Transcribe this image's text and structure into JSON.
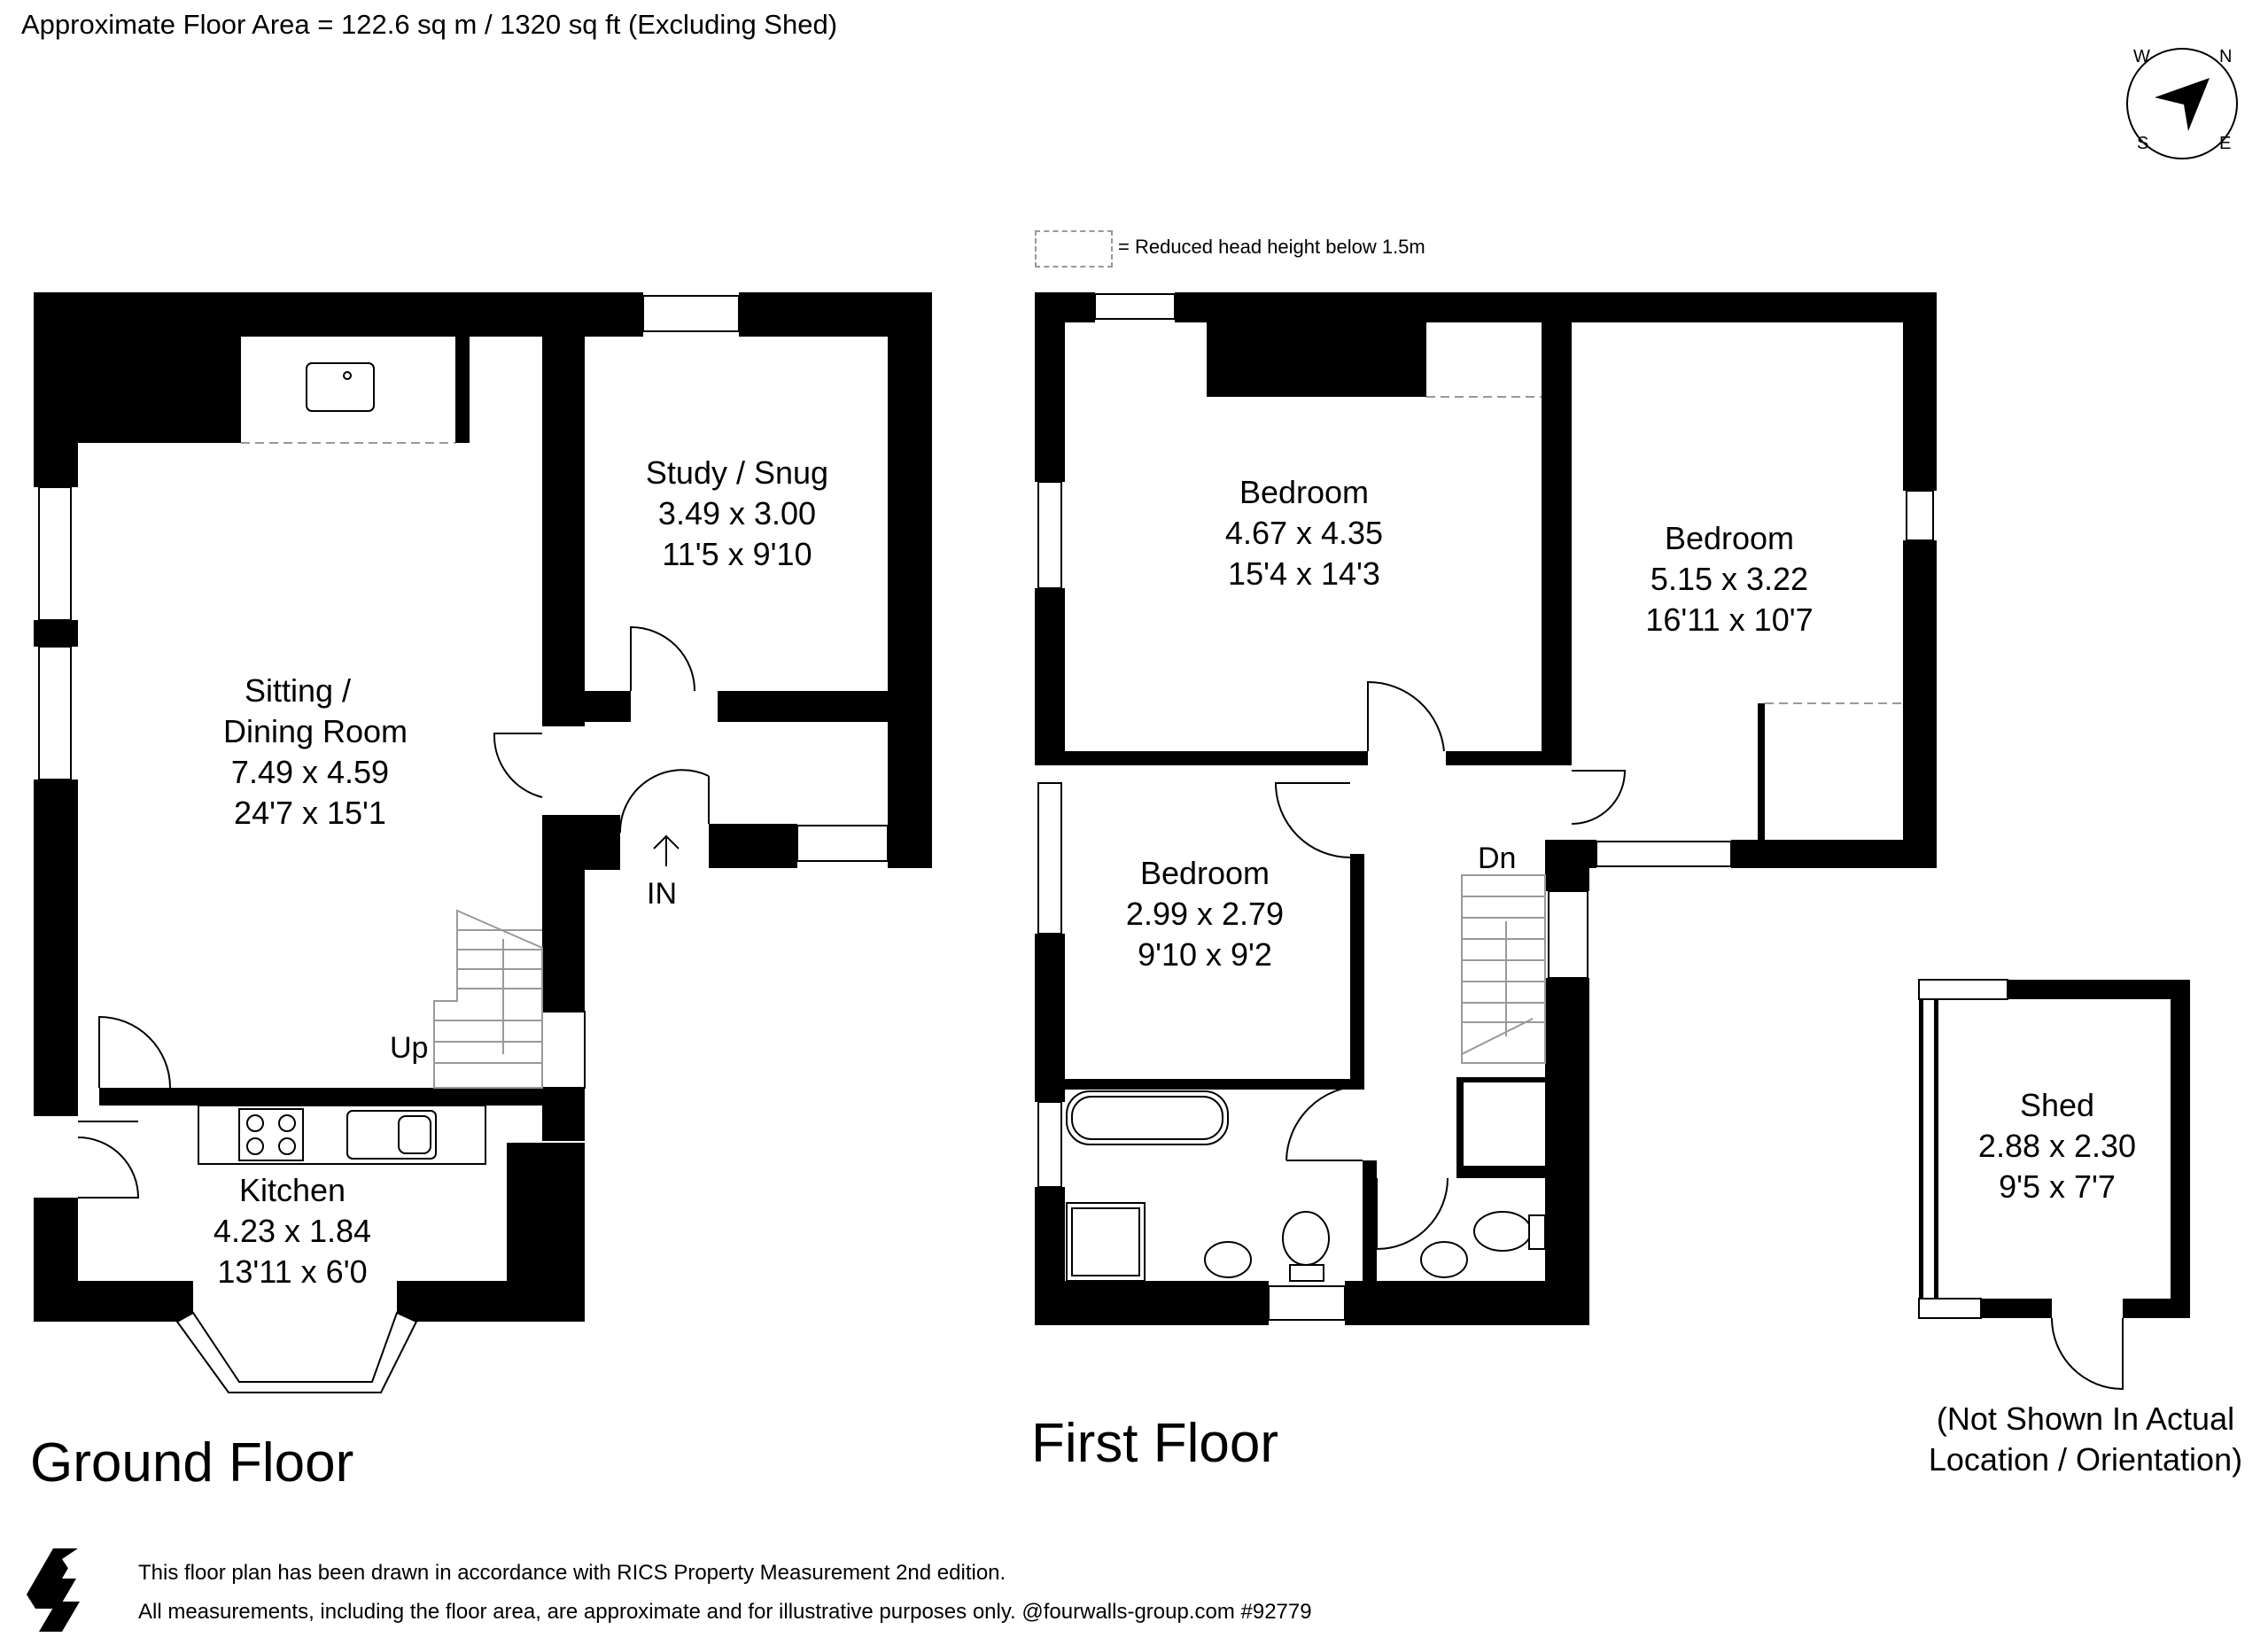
{
  "header": {
    "area_text": "Approximate Floor Area = 122.6 sq m / 1320 sq ft (Excluding Shed)"
  },
  "legend": {
    "text": "= Reduced head height below 1.5m"
  },
  "compass": {
    "w": "W",
    "n": "N",
    "s": "S",
    "e": "E"
  },
  "ground_floor": {
    "title": "Ground Floor",
    "up_label": "Up",
    "in_label": "IN",
    "rooms": {
      "sitting": {
        "name1": "Sitting /",
        "name2": "Dining Room",
        "metric": "7.49 x 4.59",
        "imperial": "24'7 x 15'1"
      },
      "study": {
        "name": "Study / Snug",
        "metric": "3.49 x 3.00",
        "imperial": "11'5 x 9'10"
      },
      "kitchen": {
        "name": "Kitchen",
        "metric": "4.23 x 1.84",
        "imperial": "13'11 x 6'0"
      }
    }
  },
  "first_floor": {
    "title": "First Floor",
    "dn_label": "Dn",
    "rooms": {
      "bed1": {
        "name": "Bedroom",
        "metric": "4.67 x 4.35",
        "imperial": "15'4 x 14'3"
      },
      "bed2": {
        "name": "Bedroom",
        "metric": "5.15 x 3.22",
        "imperial": "16'11 x 10'7"
      },
      "bed3": {
        "name": "Bedroom",
        "metric": "2.99 x 2.79",
        "imperial": "9'10 x 9'2"
      }
    }
  },
  "shed": {
    "name": "Shed",
    "metric": "2.88 x 2.30",
    "imperial": "9'5 x 7'7",
    "note1": "(Not Shown In Actual",
    "note2": "Location / Orientation)"
  },
  "footer": {
    "line1": "This floor plan has been drawn in accordance with RICS Property Measurement 2nd edition.",
    "line2": "All measurements, including the floor area, are approximate and for illustrative purposes only. @fourwalls-group.com #92779"
  }
}
